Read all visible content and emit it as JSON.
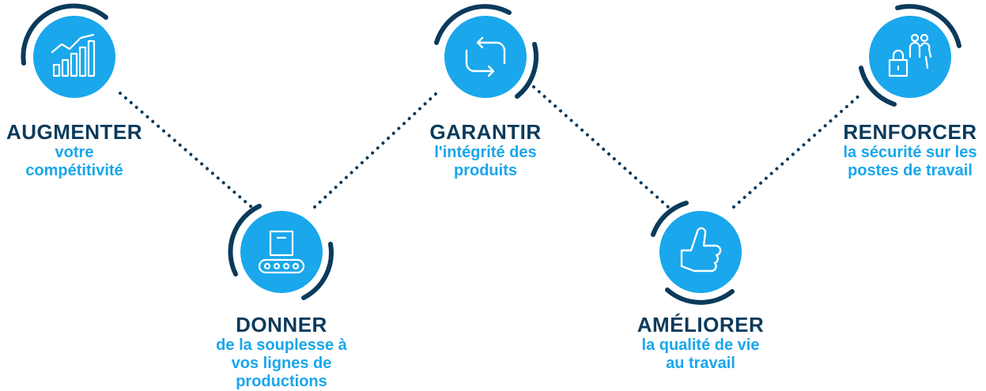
{
  "colors": {
    "title": "#0b3a5b",
    "accent": "#19a6ec",
    "ring": "#0b3a5b",
    "circle": "#1aa7ec"
  },
  "steps": [
    {
      "title": "AUGMENTER",
      "lines": [
        "votre",
        "compétitivité"
      ],
      "icon": "bar-chart-growth-icon"
    },
    {
      "title": "DONNER",
      "lines": [
        "de la souplesse à",
        "vos lignes de",
        "productions"
      ],
      "icon": "conveyor-box-icon"
    },
    {
      "title": "GARANTIR",
      "lines": [
        "l'intégrité des",
        "produits"
      ],
      "icon": "refresh-cycle-icon"
    },
    {
      "title": "AMÉLIORER",
      "lines": [
        "la qualité de vie",
        "au travail"
      ],
      "icon": "thumbs-up-icon"
    },
    {
      "title": "RENFORCER",
      "lines": [
        "la sécurité sur les",
        "postes de travail"
      ],
      "icon": "padlock-people-icon"
    }
  ]
}
